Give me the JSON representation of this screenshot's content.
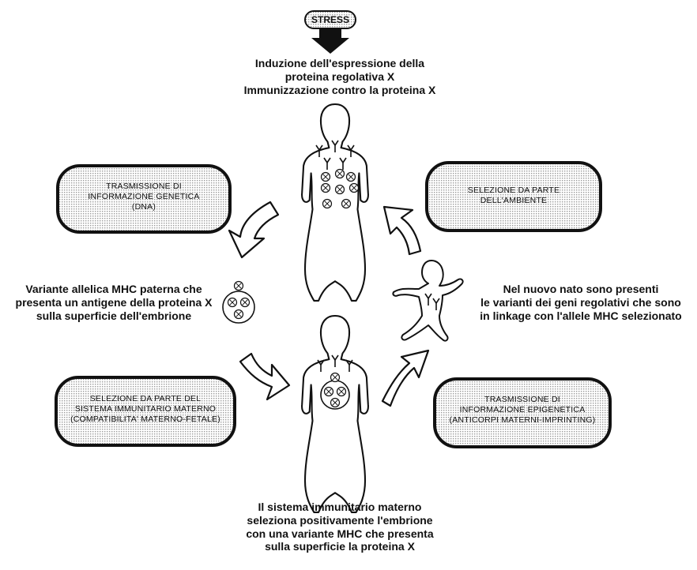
{
  "stress_label": "STRESS",
  "top_caption": [
    "Induzione dell'espressione della",
    "proteina regolativa X",
    "Immunizzazione contro la proteina X"
  ],
  "left_caption": [
    "Variante allelica MHC paterna che",
    "presenta un antigene della proteina X",
    "sulla superficie dell'embrione"
  ],
  "right_caption": [
    "Nel nuovo nato sono presenti",
    "le varianti dei geni regolativi che sono",
    "in linkage con l'allele MHC selezionato"
  ],
  "bottom_caption": [
    "Il sistema immunitario materno",
    "seleziona positivamente l'embrione",
    "con una variante MHC che presenta",
    "sulla superficie la proteina X"
  ],
  "boxes": {
    "top_left": [
      "TRASMISSIONE DI",
      "INFORMAZIONE GENETICA",
      "(DNA)"
    ],
    "top_right": [
      "SELEZIONE DA PARTE",
      "DELL'AMBIENTE"
    ],
    "bottom_left": [
      "SELEZIONE DA PARTE DEL",
      "SISTEMA IMMUNITARIO MATERNO",
      "(COMPATIBILITA' MATERNO-FETALE)"
    ],
    "bottom_right": [
      "TRASMISSIONE DI",
      "INFORMAZIONE EPIGENETICA",
      "(ANTICORPI MATERNI-IMPRINTING)"
    ]
  },
  "colors": {
    "ink": "#111111",
    "box_fill": "#d9d9d9",
    "arrow_fill": "#ffffff"
  }
}
